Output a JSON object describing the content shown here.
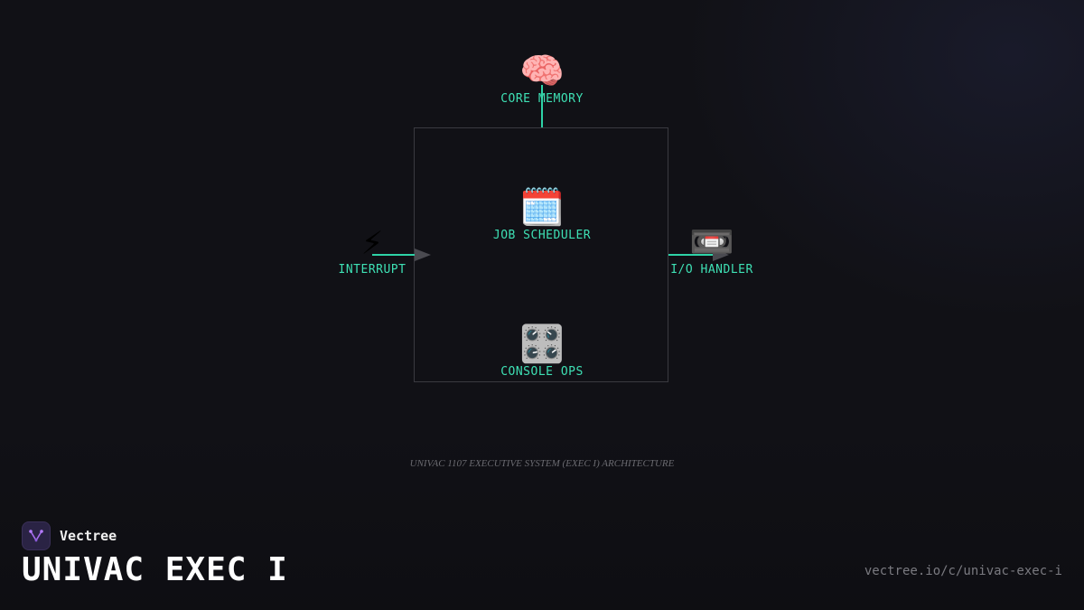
{
  "diagram": {
    "nodes": {
      "core_memory": {
        "icon": "🧠",
        "icon_name": "brain-icon",
        "label": "CORE MEMORY"
      },
      "job_scheduler": {
        "icon": "🗓️",
        "icon_name": "calendar-icon",
        "label": "JOB SCHEDULER"
      },
      "interrupt": {
        "icon": "⚡",
        "icon_name": "lightning-icon",
        "label": "INTERRUPT"
      },
      "io_handler": {
        "icon": "📼",
        "icon_name": "videocassette-icon",
        "label": "I/O HANDLER"
      },
      "console_ops": {
        "icon": "🎛️",
        "icon_name": "control-knobs-icon",
        "label": "CONSOLE OPS"
      }
    },
    "caption": "UNIVAC 1107 EXECUTIVE SYSTEM (EXEC I) ARCHITECTURE",
    "colors": {
      "accent": "#3ee0b4",
      "line": "#2ed3a7",
      "frame": "#3a3a40"
    }
  },
  "brand": {
    "name": "Vectree",
    "logo_icon": "vectree-logo-icon"
  },
  "page": {
    "title": "UNIVAC EXEC I",
    "url": "vectree.io/c/univac-exec-i"
  }
}
